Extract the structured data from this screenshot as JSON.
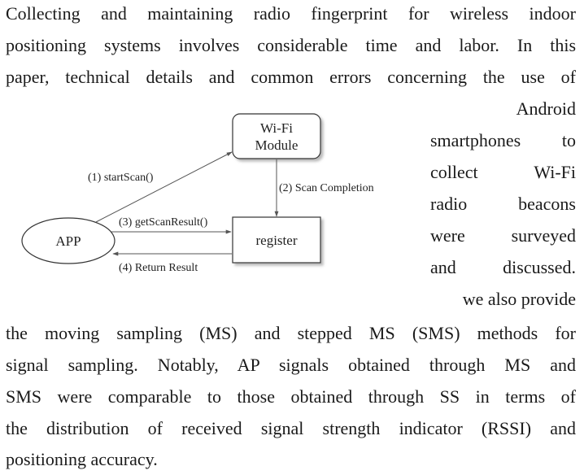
{
  "paragraph": {
    "lines": [
      "Collecting and maintaining radio fingerprint for wireless indoor",
      "positioning systems involves considerable time and labor. In this",
      "paper, technical details and common errors concerning the use of",
      "Android",
      "smartphones to",
      "collect Wi-Fi",
      "radio beacons",
      "were surveyed",
      "and discussed.",
      "we also provide",
      "the moving sampling (MS) and stepped MS (SMS) methods for",
      "signal sampling. Notably, AP signals obtained through MS and",
      "SMS were comparable to those obtained through SS in terms of",
      "the distribution of received signal strength indicator (RSSI) and",
      "positioning accuracy."
    ]
  },
  "figure": {
    "nodes": {
      "wifi_module": [
        "Wi-Fi",
        "Module"
      ],
      "app": "APP",
      "register": "register"
    },
    "edges": {
      "start_scan": "(1) startScan()",
      "scan_completion": "(2) Scan Completion",
      "get_scan_result": "(3) getScanResult()",
      "return_result": "(4) Return Result"
    }
  }
}
